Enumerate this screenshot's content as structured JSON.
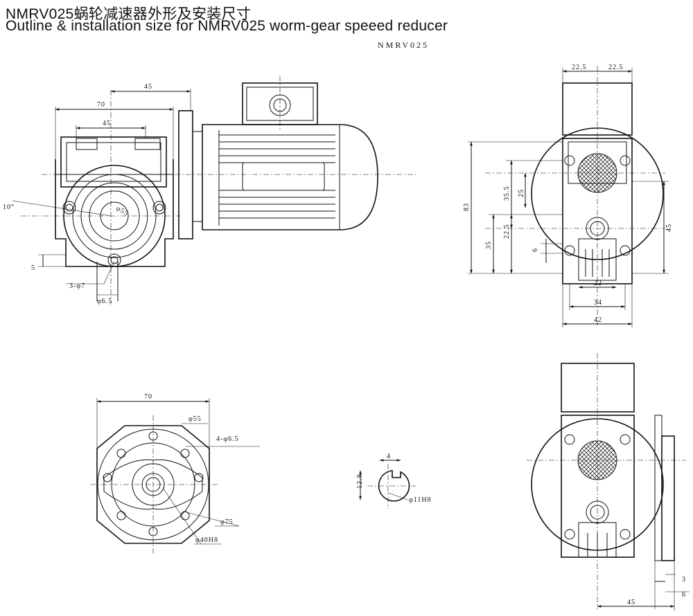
{
  "title_cn": "NMRV025蜗轮减速器外形及安装尺寸",
  "title_en": "Outline & installation size for NMRV025 worm-gear speeed reducer",
  "model": "NMRV025",
  "dims": {
    "v1_45_top": "45",
    "v1_70": "70",
    "v1_45_inner": "45",
    "v1_angle": "10°",
    "v1_phi55": "φ55",
    "v1_5": "5",
    "v1_3phi7": "3-φ7",
    "v1_phi65": "φ6.5",
    "v2_22_5_l": "22.5",
    "v2_22_5_r": "22.5",
    "v2_83": "83",
    "v2_35_5": "35.5",
    "v2_25": "25",
    "v2_22_5": "22.5",
    "v2_35": "35",
    "v2_6": "6",
    "v2_45": "45",
    "v2_22": "22",
    "v2_34": "34",
    "v2_42": "42",
    "v3_70": "70",
    "v3_phi55": "φ55",
    "v3_4phi65": "4-φ6.5",
    "v3_phi75": "φ75",
    "v3_phi40": "φ40H8",
    "v4_4": "4",
    "v4_12_8": "12.8",
    "v4_phi11": "φ11H8",
    "v5_3": "3",
    "v5_6": "6",
    "v5_45": "45"
  }
}
